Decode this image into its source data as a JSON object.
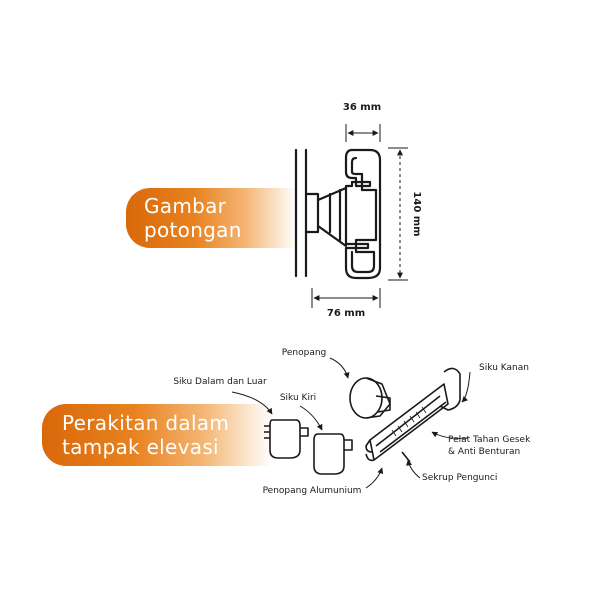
{
  "section_one": {
    "label_line1": "Gambar",
    "label_line2": "potongan",
    "dim_width_top": "36 mm",
    "dim_height": "140 mm",
    "dim_width_bottom": "76 mm"
  },
  "section_two": {
    "label_line1": "Perakitan dalam",
    "label_line2": "tampak elevasi",
    "callouts": {
      "penopang": "Penopang",
      "siku_kanan": "Siku Kanan",
      "siku_dalam_luar": "Siku Dalam dan Luar",
      "siku_kiri": "Siku Kiri",
      "pelat_line1": "Pelat Tahan Gesek",
      "pelat_line2": "& Anti Benturan",
      "sekrup": "Sekrup Pengunci",
      "penopang_alumunium": "Penopang Alumunium"
    }
  },
  "colors": {
    "accent": "#e07416",
    "line": "#1a1a1a"
  }
}
